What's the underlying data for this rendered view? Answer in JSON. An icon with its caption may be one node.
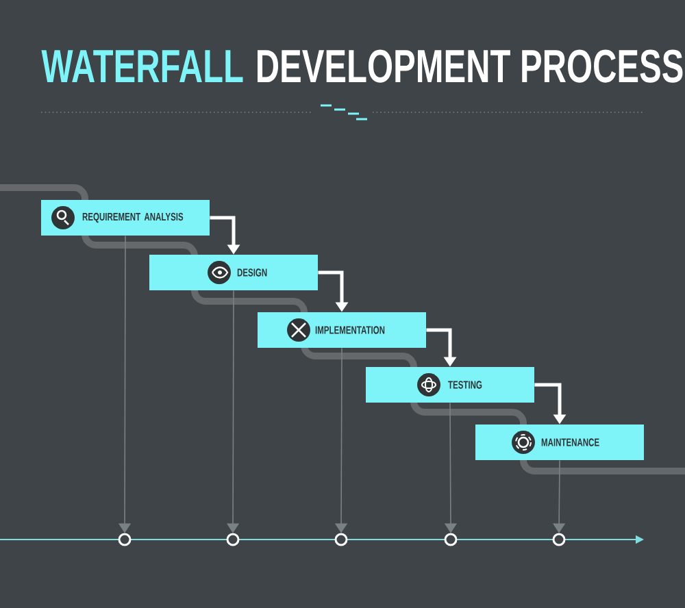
{
  "diagram": {
    "title": "WATERFALL",
    "nodes": [
      {
        "text": [
          "REQUIREMENT ANALYSIS"
        ]
      },
      {
        "text": [
          "DESIGN"
        ]
      },
      {
        "text": [
          "IMPLEMENTATION"
        ]
      },
      {
        "text": [
          "TESTING"
        ]
      },
      {
        "text": [
          "MAINTENANCE"
        ]
      },
      {
        "text": [],
        "shape": "circle"
      },
      {
        "text": [],
        "shape": "circle"
      },
      {
        "text": [],
        "shape": "circle"
      },
      {
        "text": [],
        "shape": "circle"
      },
      {
        "text": [],
        "shape": "circle"
      }
    ],
    "edges": [
      {
        "from": 0,
        "to": 1,
        "arrow": "to",
        "style": "thick",
        "color": "#ffffff"
      },
      {
        "from": 1,
        "to": 2,
        "arrow": "to",
        "style": "thick",
        "color": "#ffffff"
      },
      {
        "from": 2,
        "to": 3,
        "arrow": "to",
        "style": "thick",
        "color": "#ffffff"
      },
      {
        "from": 3,
        "to": 4,
        "arrow": "to",
        "style": "thick",
        "color": "#ffffff"
      },
      {
        "from": 0,
        "to": 5,
        "arrow": "to"
      },
      {
        "from": 1,
        "to": 6,
        "arrow": "to"
      },
      {
        "from": 2,
        "to": 7,
        "arrow": "to"
      },
      {
        "from": 3,
        "to": 8,
        "arrow": "to"
      },
      {
        "from": 4,
        "to": 9,
        "arrow": "to"
      }
    ],
    "labels": [
      "DEVELOPMENT PROCESS"
    ]
  }
}
